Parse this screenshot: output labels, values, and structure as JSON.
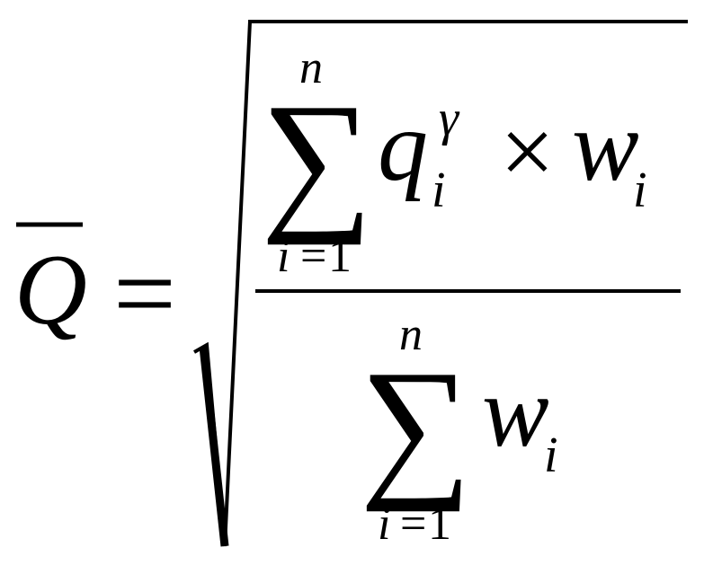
{
  "formula": {
    "lhs": {
      "symbol": "Q",
      "bar": true
    },
    "equals": "=",
    "sqrt": true,
    "numerator": {
      "sum": {
        "symbol": "∑",
        "upper": "n",
        "lower_var": "i",
        "lower_eq": "=",
        "lower_val": "1"
      },
      "q_base": "q",
      "q_sub": "i",
      "q_sup": "γ",
      "times": "×",
      "w_base": "w",
      "w_sub": "i"
    },
    "denominator": {
      "sum": {
        "symbol": "∑",
        "upper": "n",
        "lower_var": "i",
        "lower_eq": "=",
        "lower_val": "1"
      },
      "w_base": "w",
      "w_sub": "i"
    }
  },
  "colors": {
    "ink": "#000000",
    "background": "#ffffff"
  }
}
